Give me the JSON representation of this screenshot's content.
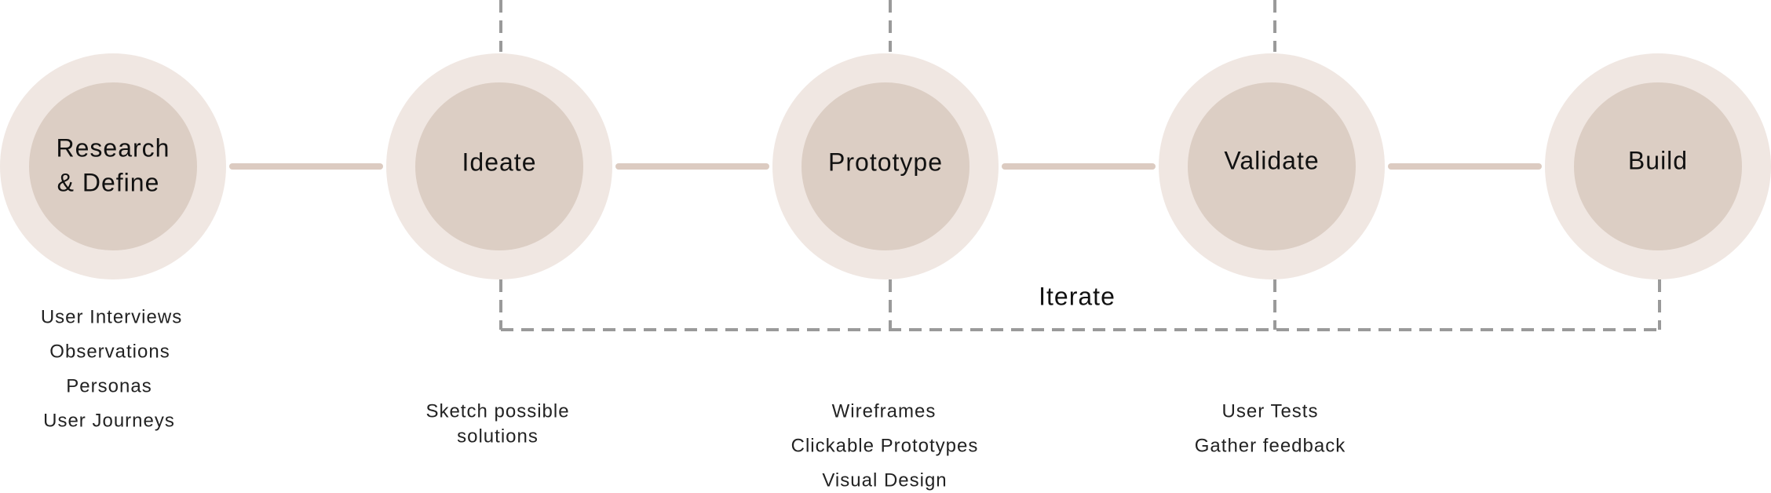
{
  "diagram": {
    "stages": [
      {
        "id": "research-define",
        "label_lines": [
          "Research",
          "& Define"
        ],
        "activities": [
          "User Interviews",
          "Observations",
          "Personas",
          "User Journeys"
        ]
      },
      {
        "id": "ideate",
        "label_lines": [
          "Ideate"
        ],
        "activities": [
          "Sketch possible",
          "solutions"
        ]
      },
      {
        "id": "prototype",
        "label_lines": [
          "Prototype"
        ],
        "activities": [
          "Wireframes",
          "Clickable Prototypes",
          "Visual Design"
        ]
      },
      {
        "id": "validate",
        "label_lines": [
          "Validate"
        ],
        "activities": [
          "User Tests",
          "Gather feedback"
        ]
      },
      {
        "id": "build",
        "label_lines": [
          "Build"
        ],
        "activities": []
      }
    ],
    "loop_label": "Iterate",
    "colors": {
      "outer_ring": "#f0e7e2",
      "inner_circle": "#dccec4",
      "connector": "#dccbc1",
      "loop_dash": "#9a9a9a",
      "text": "#111111"
    }
  }
}
